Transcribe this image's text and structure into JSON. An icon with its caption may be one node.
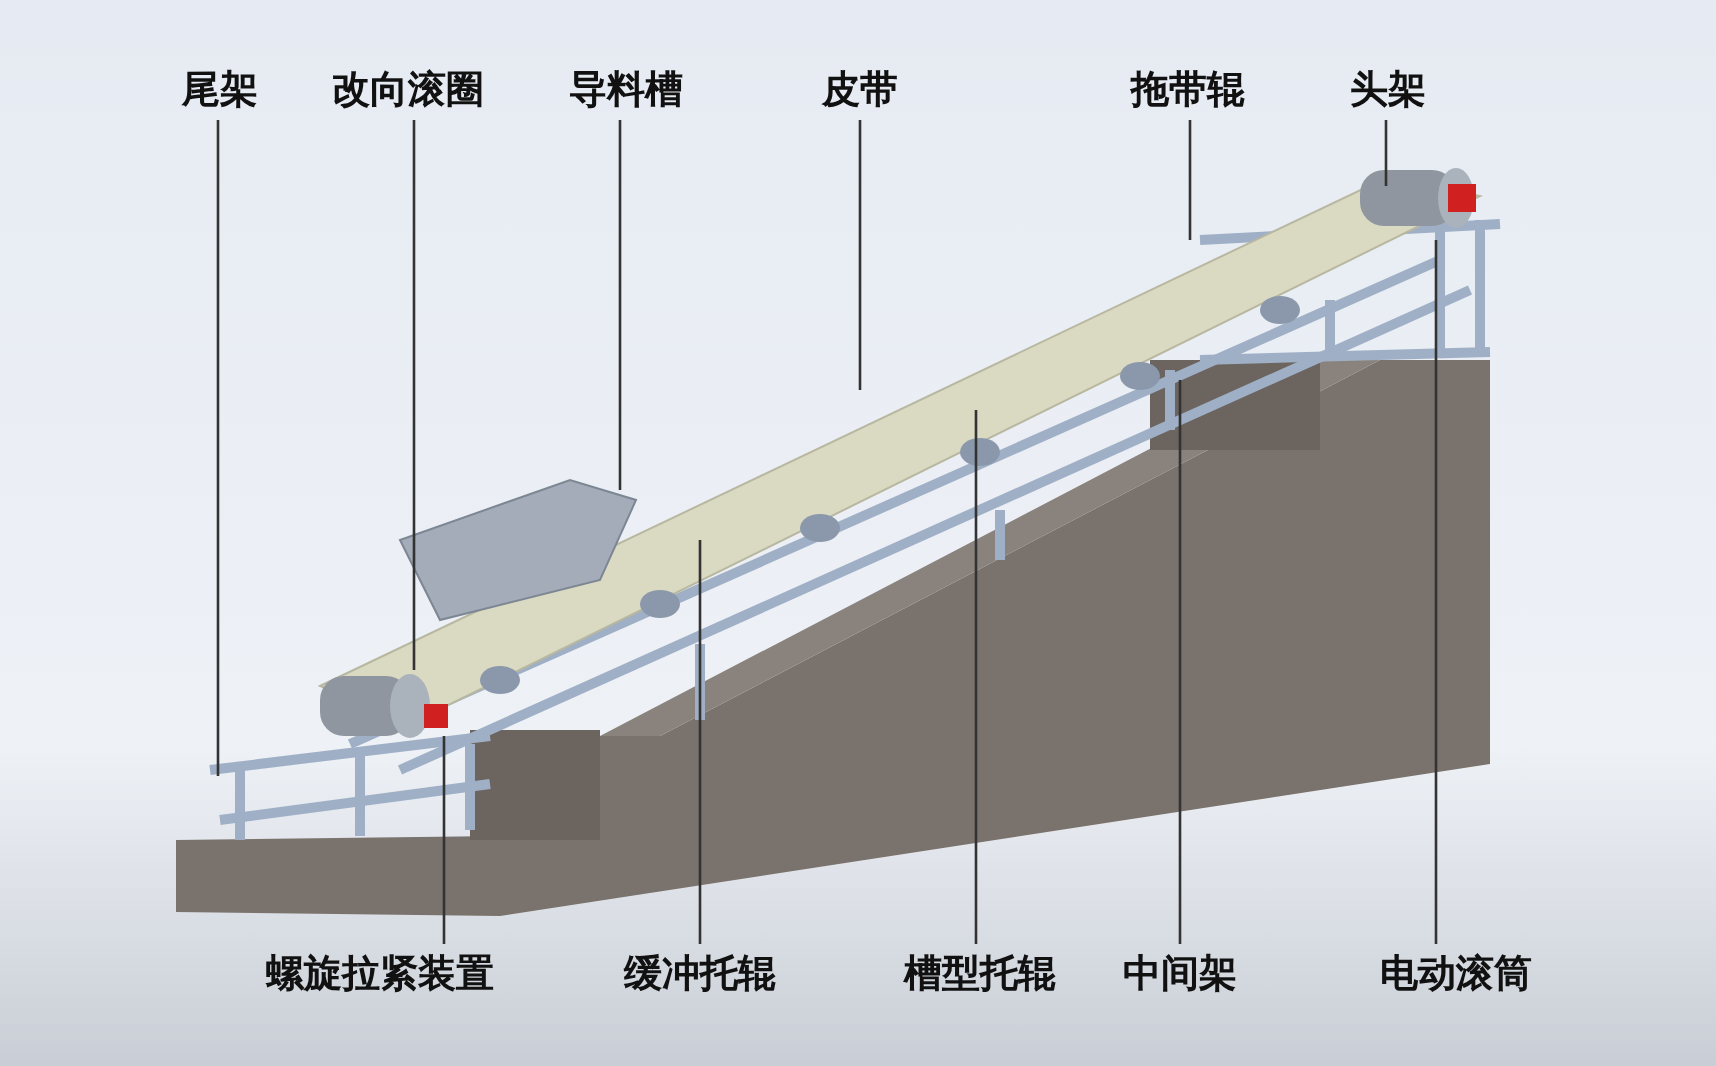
{
  "diagram": {
    "nodes": [
      {
        "text": [
          "尾架"
        ]
      },
      {
        "text": [
          "改向滚圈"
        ]
      },
      {
        "text": [
          "导料槽"
        ]
      },
      {
        "text": [
          "皮带"
        ]
      },
      {
        "text": [
          "拖带辊"
        ]
      },
      {
        "text": [
          "头架"
        ]
      },
      {
        "text": [
          "螺旋拉紧装置"
        ]
      },
      {
        "text": [
          "缓冲托辊"
        ]
      },
      {
        "text": [
          "槽型托辊"
        ]
      },
      {
        "text": [
          "中间架"
        ]
      },
      {
        "text": [
          "电动滚筒"
        ]
      }
    ],
    "edges": [
      {
        "from": 0,
        "to": null,
        "arrow": "none"
      },
      {
        "from": 1,
        "to": null,
        "arrow": "none"
      },
      {
        "from": 2,
        "to": null,
        "arrow": "none"
      },
      {
        "from": 3,
        "to": null,
        "arrow": "none"
      },
      {
        "from": 4,
        "to": null,
        "arrow": "none"
      },
      {
        "from": 5,
        "to": null,
        "arrow": "none"
      },
      {
        "from": 6,
        "to": null,
        "arrow": "none"
      },
      {
        "from": 7,
        "to": null,
        "arrow": "none"
      },
      {
        "from": 8,
        "to": null,
        "arrow": "none"
      },
      {
        "from": 9,
        "to": null,
        "arrow": "none"
      },
      {
        "from": 10,
        "to": null,
        "arrow": "none"
      }
    ]
  }
}
